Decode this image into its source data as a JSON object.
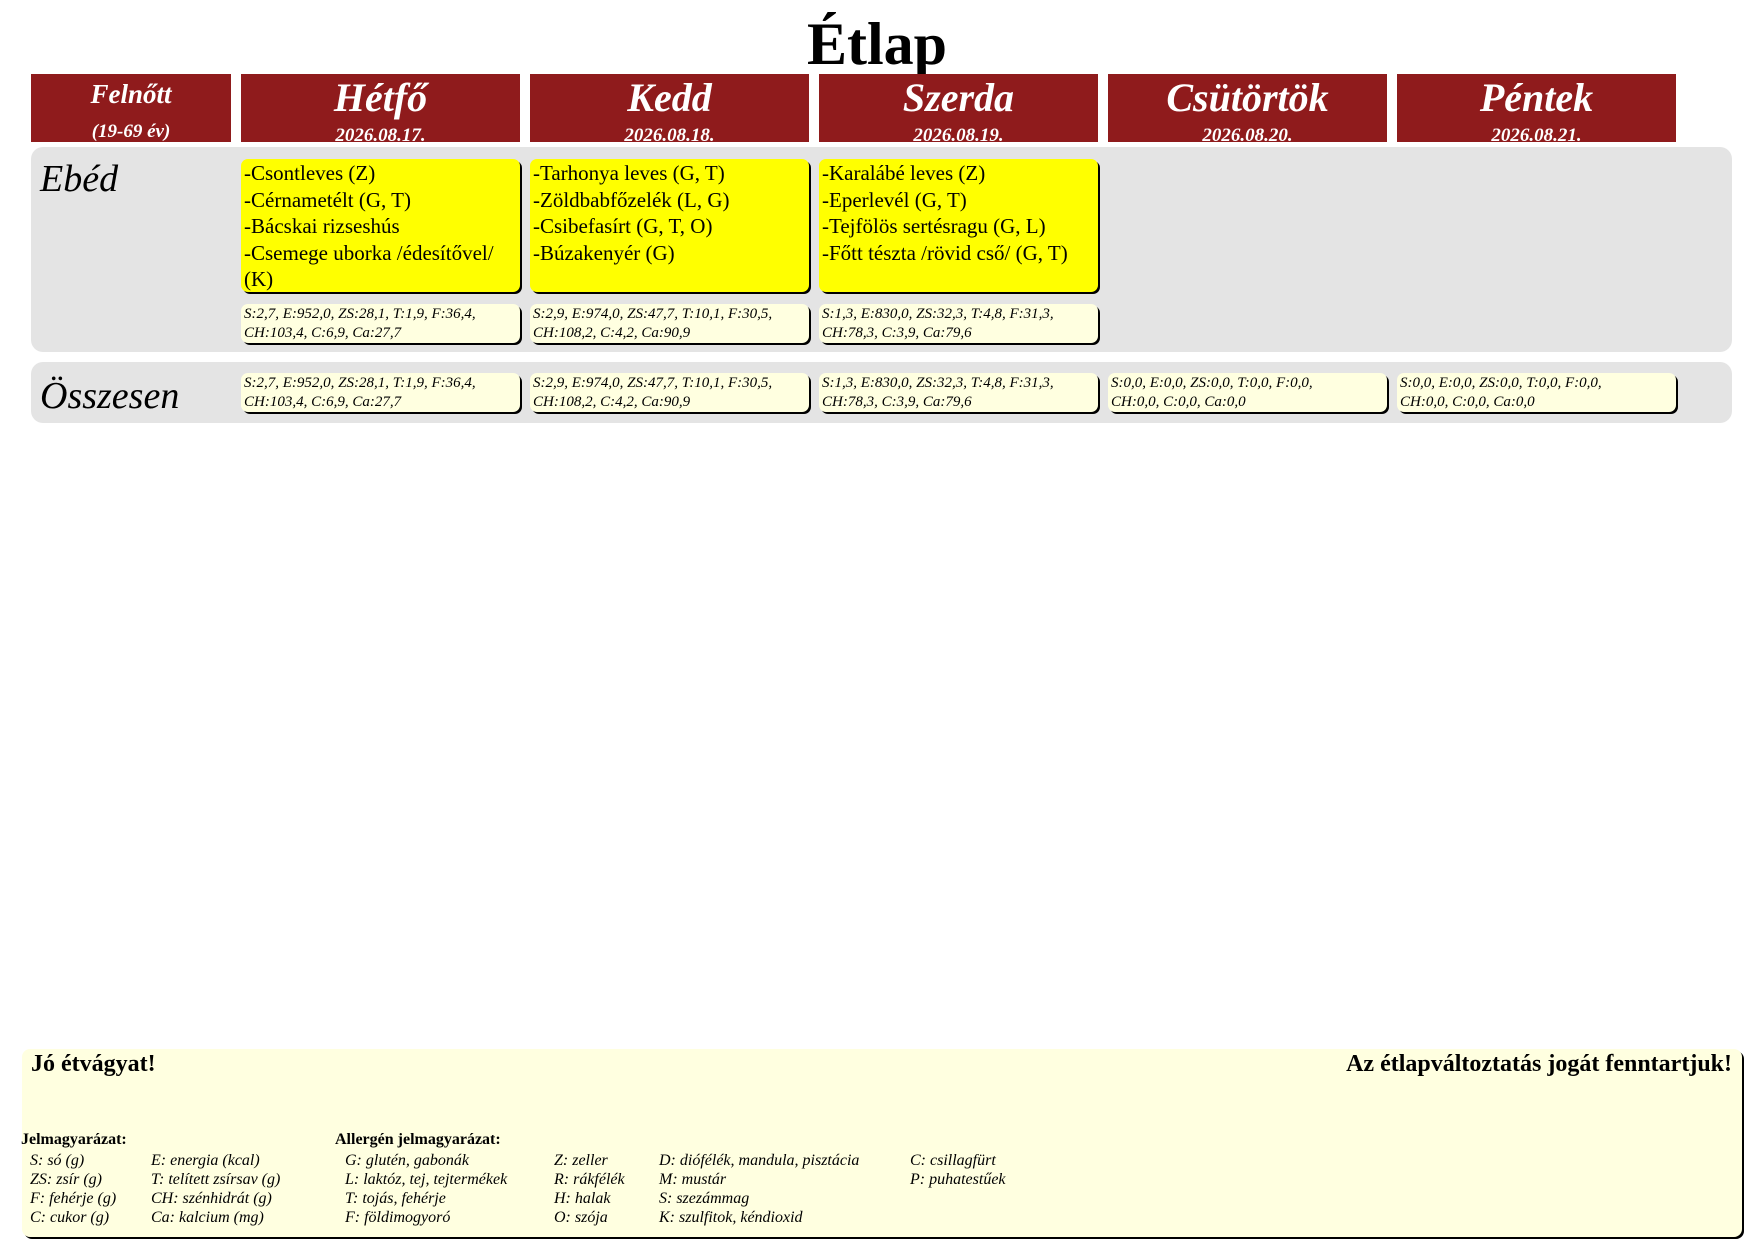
{
  "title": "Étlap",
  "header": {
    "group_label": "Felnőtt",
    "group_age": "(19-69 év)",
    "days": [
      {
        "name": "Hétfő",
        "date": "2026.08.17."
      },
      {
        "name": "Kedd",
        "date": "2026.08.18."
      },
      {
        "name": "Szerda",
        "date": "2026.08.19."
      },
      {
        "name": "Csütörtök",
        "date": "2026.08.20."
      },
      {
        "name": "Péntek",
        "date": "2026.08.21."
      }
    ]
  },
  "lunch": {
    "label": "Ebéd",
    "menus": [
      [
        "-Csontleves (Z)",
        "-Cérnametélt (G, T)",
        "-Bácskai rizseshús",
        "-Csemege uborka /édesítővel/",
        "(K)"
      ],
      [
        "-Tarhonya leves (G, T)",
        "-Zöldbabfőzelék (L, G)",
        "-Csibefasírt (G, T, O)",
        "-Búzakenyér (G)"
      ],
      [
        "-Karalábé leves (Z)",
        "-Eperlevél (G, T)",
        "-Tejfölös sertésragu (G, L)",
        "-Főtt tészta /rövid cső/ (G, T)"
      ]
    ],
    "nutrition": [
      [
        "S:2,7, E:952,0, ZS:28,1, T:1,9, F:36,4,",
        "CH:103,4, C:6,9, Ca:27,7"
      ],
      [
        "S:2,9, E:974,0, ZS:47,7, T:10,1, F:30,5,",
        "CH:108,2, C:4,2, Ca:90,9"
      ],
      [
        "S:1,3, E:830,0, ZS:32,3, T:4,8, F:31,3,",
        "CH:78,3, C:3,9, Ca:79,6"
      ]
    ]
  },
  "total": {
    "label": "Összesen",
    "nutrition": [
      [
        "S:2,7, E:952,0, ZS:28,1, T:1,9, F:36,4,",
        "CH:103,4, C:6,9, Ca:27,7"
      ],
      [
        "S:2,9, E:974,0, ZS:47,7, T:10,1, F:30,5,",
        "CH:108,2, C:4,2, Ca:90,9"
      ],
      [
        "S:1,3, E:830,0, ZS:32,3, T:4,8, F:31,3,",
        "CH:78,3, C:3,9, Ca:79,6"
      ],
      [
        "S:0,0, E:0,0, ZS:0,0, T:0,0, F:0,0,",
        "CH:0,0, C:0,0, Ca:0,0"
      ],
      [
        "S:0,0, E:0,0, ZS:0,0, T:0,0, F:0,0,",
        "CH:0,0, C:0,0, Ca:0,0"
      ]
    ]
  },
  "footer": {
    "greeting": "Jó étvágyat!",
    "notice": "Az étlapváltoztatás jogát fenntartjuk!",
    "legend_title": "Jelmagyarázat:",
    "legend_col1": [
      "S: só (g)",
      "ZS: zsír (g)",
      "F: fehérje (g)",
      "C: cukor (g)"
    ],
    "legend_col2": [
      "E: energia (kcal)",
      "T: telített zsírsav (g)",
      "CH: szénhidrát (g)",
      "Ca: kalcium (mg)"
    ],
    "allergen_title": "Allergén jelmagyarázat:",
    "allergen_col1": [
      "G: glutén, gabonák",
      "L: laktóz, tej, tejtermékek",
      "T: tojás, fehérje",
      "F: földimogyoró"
    ],
    "allergen_col2": [
      "Z: zeller",
      "R: rákfélék",
      "H: halak",
      "O: szója"
    ],
    "allergen_col3": [
      "D: diófélék, mandula, pisztácia",
      "M: mustár",
      "S: szezámmag",
      "K: szulfitok, kéndioxid"
    ],
    "allergen_col4": [
      "C: csillagfürt",
      "P: puhatestűek"
    ]
  },
  "colors": {
    "header_bg": "#8f1b1c",
    "menu_bg": "#ffff00",
    "nutrition_bg": "#ffffe0",
    "band_bg": "#e4e4e4"
  }
}
